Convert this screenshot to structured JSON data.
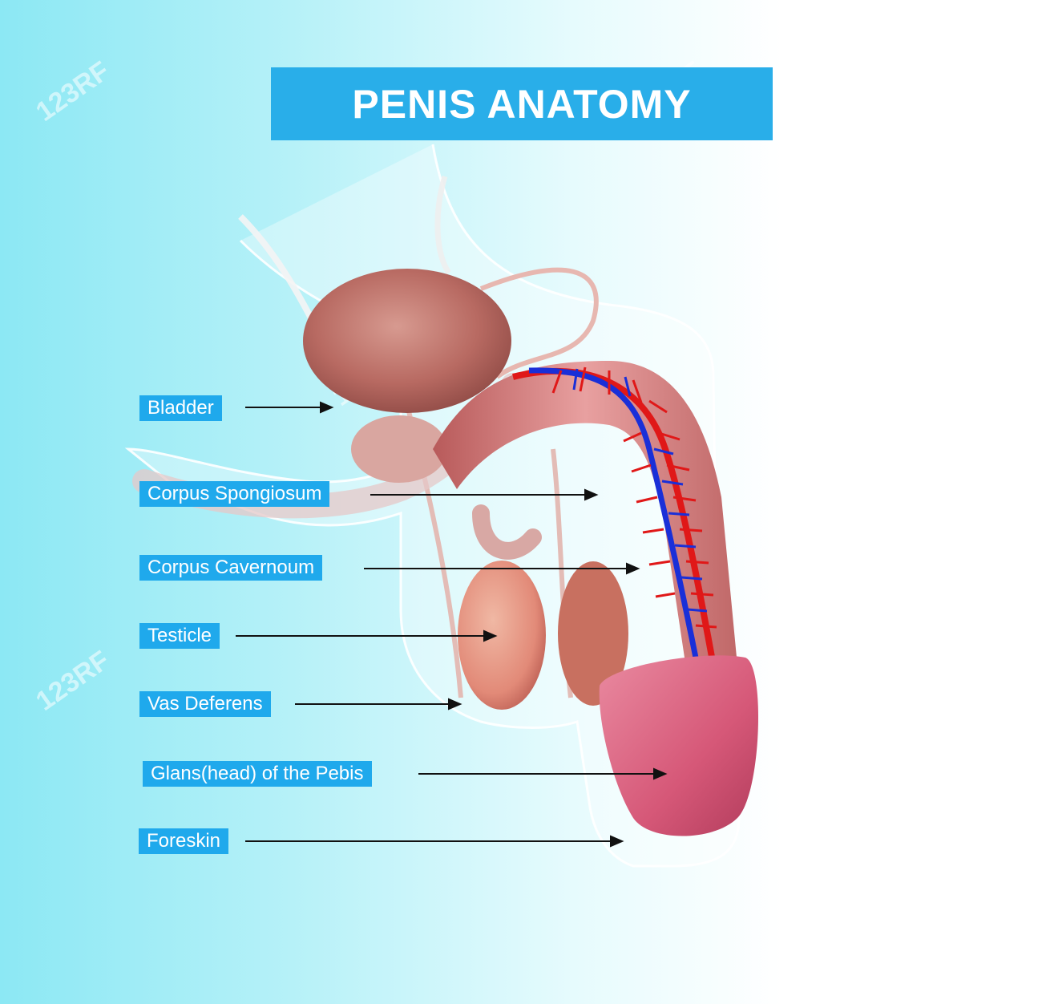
{
  "title": "PENIS ANATOMY",
  "labels": [
    "Bladder",
    "Corpus Spongiosum",
    "Corpus Cavernoum",
    "Testicle",
    "Vas Deferens",
    "Glans(head) of the Pebis",
    "Foreskin"
  ],
  "watermark": "123RF",
  "colors": {
    "title_bg": "#29aee9",
    "label_bg": "#1fa9ec",
    "artery": "#e01818",
    "vein": "#1a2fd8",
    "tissue": "#d98a86"
  }
}
